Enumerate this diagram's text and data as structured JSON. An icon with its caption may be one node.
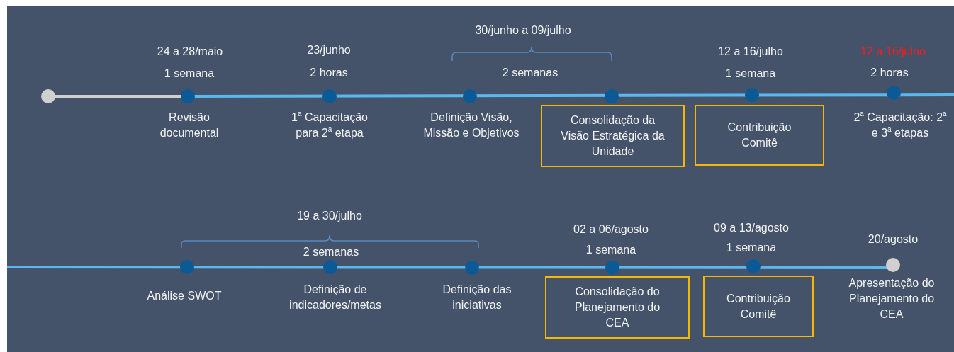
{
  "diagram": {
    "nodes": [
      {
        "text": [
          "Consolidação da Visão Estratégica da Unidade"
        ]
      },
      {
        "text": [
          "Contribuição Comitê"
        ],
        "beside": [
          "12 a 16/julho",
          "1 semana"
        ]
      },
      {
        "text": [
          "Consolidação do Planejamento do CEA"
        ],
        "beside": [
          "02 a 06/agosto",
          "1 semana"
        ]
      },
      {
        "text": [
          "Contribuição Comitê"
        ],
        "beside": [
          "09 a 13/agosto",
          "1 semana"
        ]
      }
    ],
    "labels": [
      "24 a 28/maio",
      "1 semana",
      "Revisão documental",
      "23/junho",
      "2 horas",
      "1$^{a}$ Capacitação para 2$^{a}$ etapa",
      "30/junho a 09/julho",
      "2 semanas",
      "Definição Visão, Missão e Objetivos",
      "12 a 16/julho",
      "2 horas",
      "2$^{a}$ Capacitação: 2$^{a}$ e 3$^{a}$ etapas",
      "19 a 30/julho",
      "2 semanas",
      "Análise SWOT",
      "Definição de indicadores/metas",
      "Definição das iniciativas",
      "20/agosto",
      "Apresentação do Planejamento do CEA"
    ]
  }
}
